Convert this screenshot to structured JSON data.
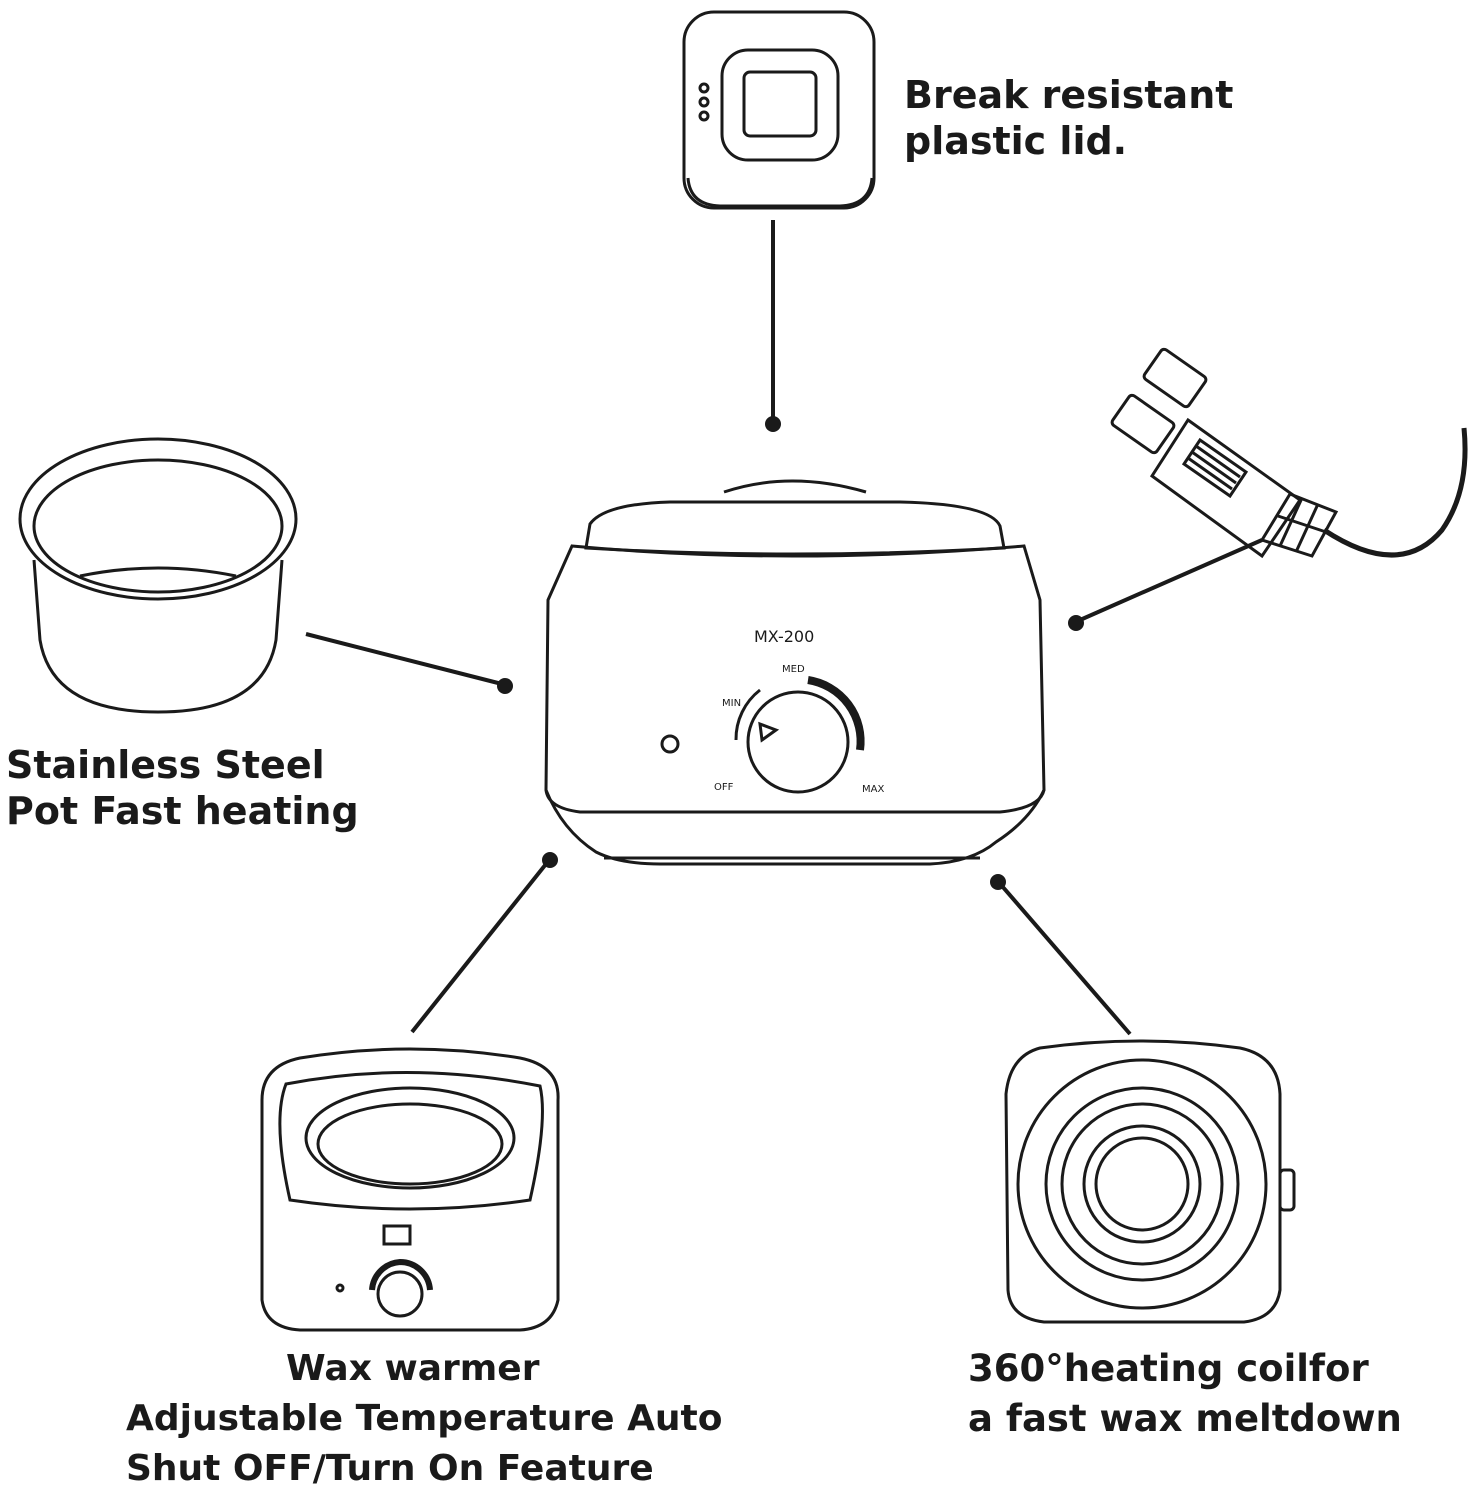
{
  "labels": {
    "lid": [
      "Break resistant",
      "plastic lid."
    ],
    "pot": [
      "Stainless Steel",
      "Pot Fast heating"
    ],
    "warmer": [
      "Wax warmer",
      "Adjustable Temperature Auto",
      "Shut OFF/Turn On Feature"
    ],
    "coil": [
      "360°heating coilfor",
      "a fast wax meltdown"
    ]
  },
  "device": {
    "model": "MX-200",
    "dial_marks": [
      "MED",
      "MIN",
      "OFF",
      "MAX"
    ]
  },
  "icons": [
    "lid-icon",
    "pot-icon",
    "plug-icon",
    "warmer-icon",
    "heating-coil-icon",
    "wax-heater-device"
  ],
  "colors": {
    "stroke": "#1a1a1a",
    "background": "#ffffff"
  }
}
